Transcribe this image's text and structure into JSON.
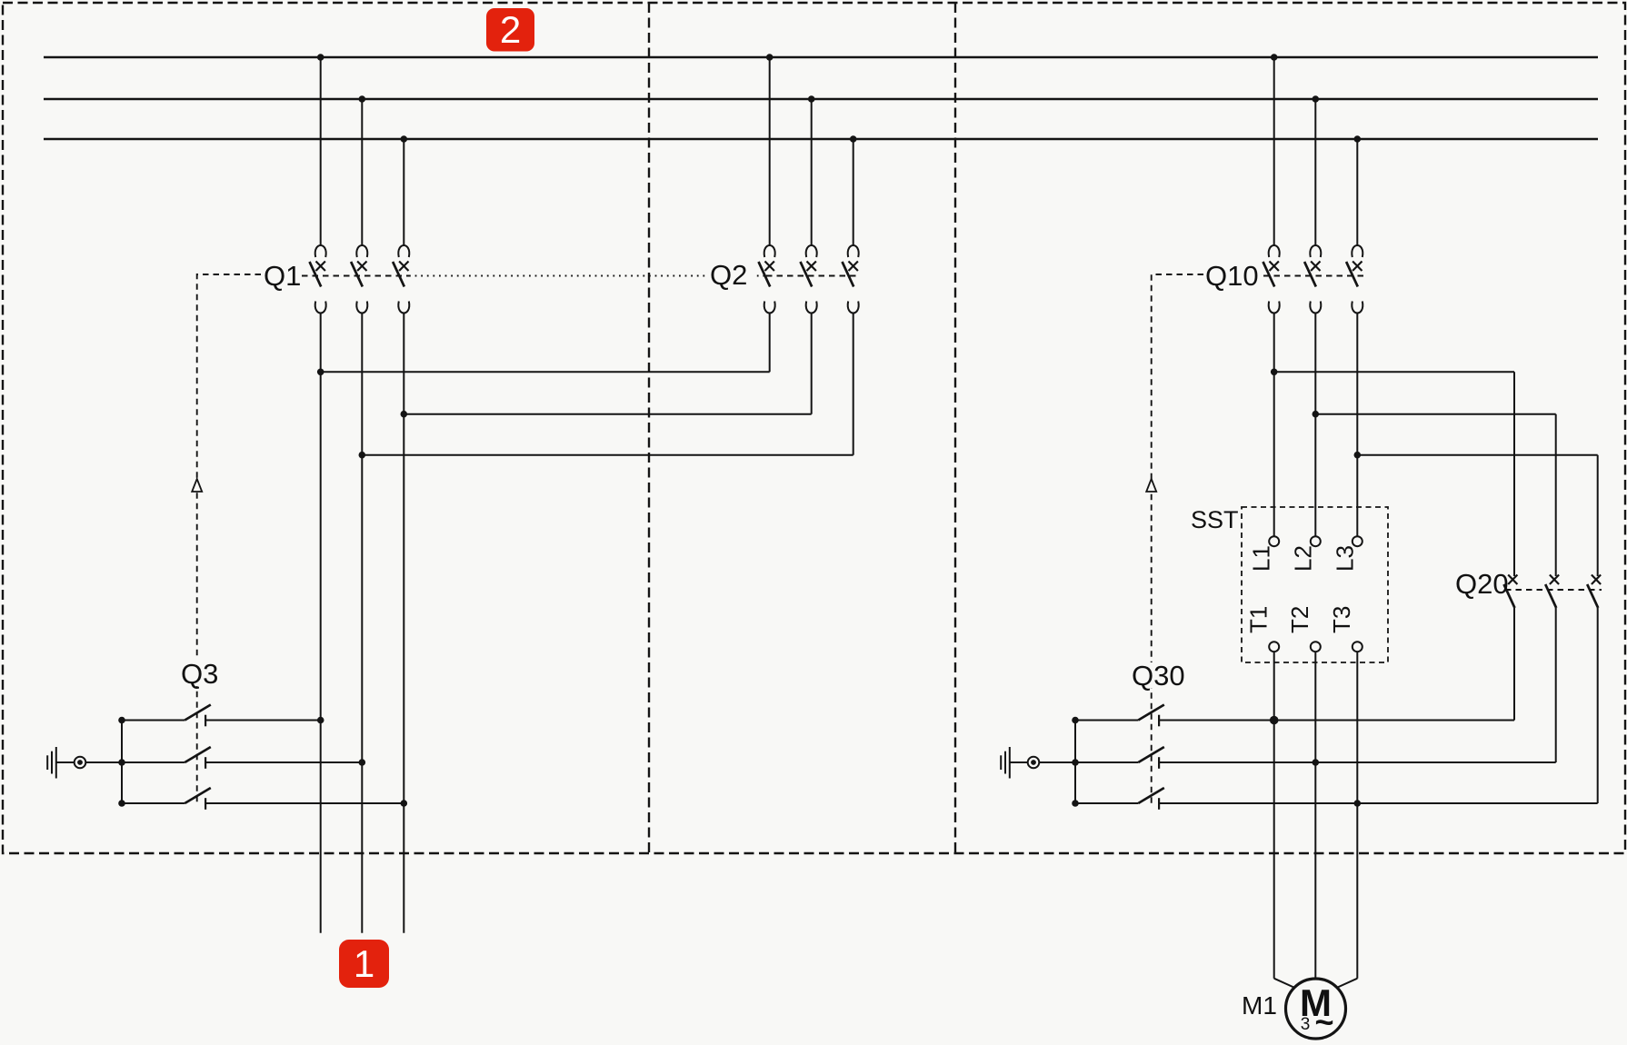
{
  "schematic": {
    "markers": {
      "busbar_system": "2",
      "outgoing_feeder": "1"
    },
    "labels": {
      "q1": "Q1",
      "q2": "Q2",
      "q3": "Q3",
      "q10": "Q10",
      "q20": "Q20",
      "q30": "Q30",
      "sst": "SST",
      "m1": "M1"
    },
    "sst_terminals": {
      "l1": "L1",
      "l2": "L2",
      "l3": "L3",
      "t1": "T1",
      "t2": "T2",
      "t3": "T3"
    },
    "motor": {
      "letter": "M",
      "phases": "3",
      "ac": "~"
    },
    "colors": {
      "ink": "#141414",
      "background": "#f8f8f6",
      "marker_red": "#e3220d",
      "marker_text": "#ffffff"
    }
  }
}
